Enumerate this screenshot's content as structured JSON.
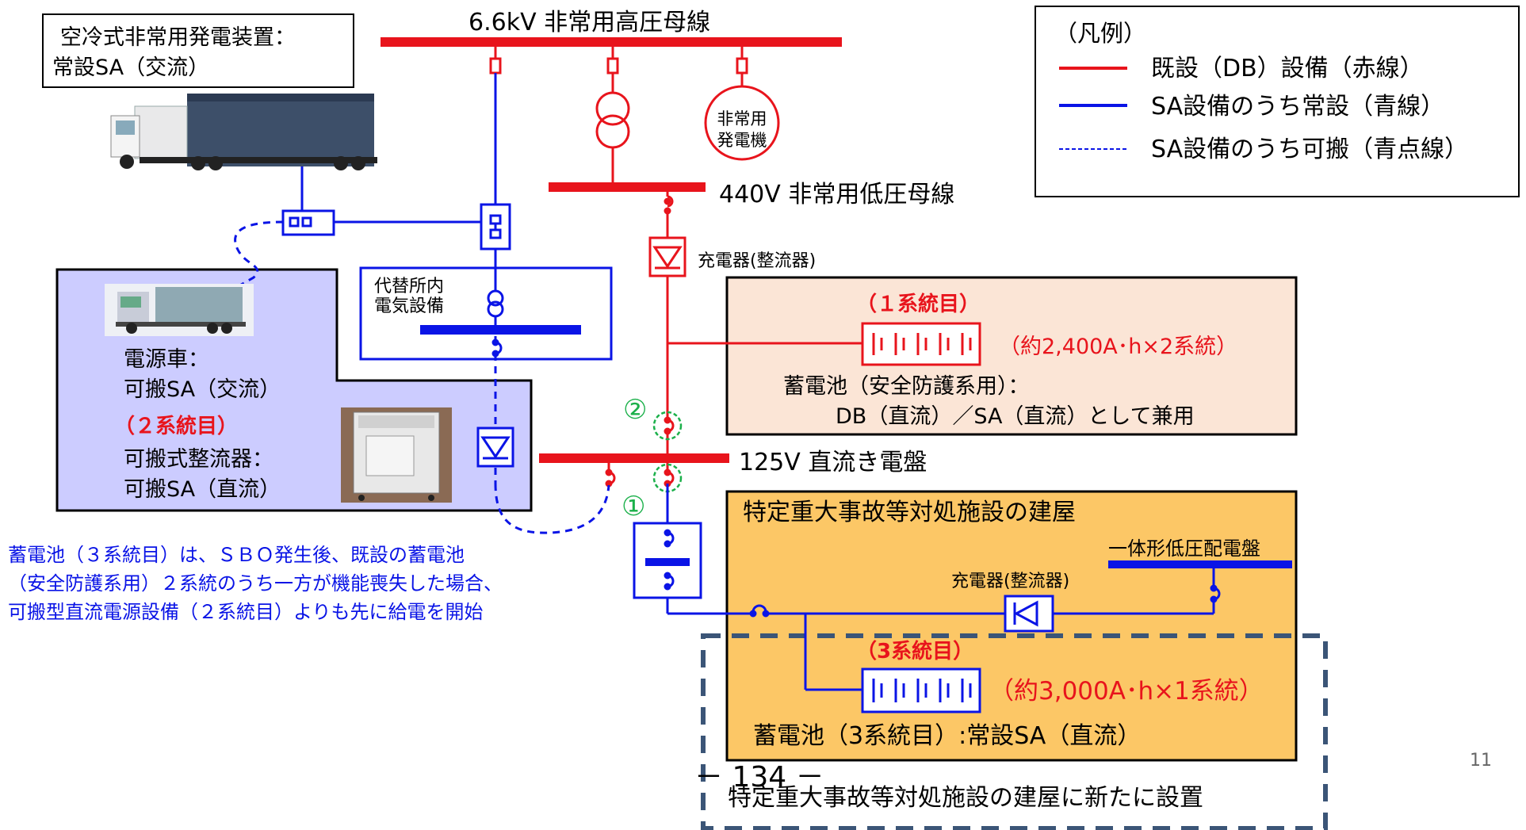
{
  "bus_hv": {
    "label": "6.6kV 非常用高圧母線"
  },
  "bus_lv": {
    "label": "440V 非常用低圧母線"
  },
  "bus_dc": {
    "label": "125V 直流き電盤"
  },
  "emergency_generator": {
    "label_line1": "非常用",
    "label_line2": "発電機"
  },
  "air_cooled_generator": {
    "label_line1": "空冷式非常用発電装置：",
    "label_line2": "常設SA（交流）"
  },
  "alt_station": {
    "label_line1": "代替所内",
    "label_line2": "電気設備"
  },
  "charger_top": {
    "label": "充電器(整流器)"
  },
  "charger_bottom": {
    "label": "充電器(整流器)"
  },
  "battery1": {
    "system": "（１系統目）",
    "capacity": "（約2,400A･h×2系統）",
    "desc_line1": "蓄電池（安全防護系用）：",
    "desc_line2": "DB（直流）／SA（直流）として兼用"
  },
  "portable": {
    "power_car_line1": "電源車：",
    "power_car_line2": "可搬SA（交流）",
    "system": "（２系統目）",
    "rectifier_line1": "可搬式整流器：",
    "rectifier_line2": "可搬SA（直流）"
  },
  "facility": {
    "title": "特定重大事故等対処施設の建屋",
    "panel": "一体形低圧配電盤"
  },
  "battery3": {
    "system": "（3系統目）",
    "capacity": "（約3,000A･h×1系統）",
    "desc": "蓄電池（3系統目）:常設SA（直流）"
  },
  "new_install": {
    "label": "特定重大事故等対処施設の建屋に新たに設置"
  },
  "note": {
    "line1": "蓄電池（３系統目）は、ＳＢＯ発生後、既設の蓄電池",
    "line2": "（安全防護系用）２系統のうち一方が機能喪失した場合、",
    "line3": "可搬型直流電源設備（２系統目）よりも先に給電を開始"
  },
  "markers": {
    "one": "①",
    "two": "②"
  },
  "legend": {
    "title": "（凡例）",
    "items": [
      {
        "label": "既設（DB）設備（赤線）",
        "color": "#e8141c",
        "style": "solid"
      },
      {
        "label": "SA設備のうち常設（青線）",
        "color": "#0a14e6",
        "style": "solid"
      },
      {
        "label": "SA設備のうち可搬（青点線）",
        "color": "#0a14e6",
        "style": "dotted"
      }
    ]
  },
  "page_number": "11",
  "page_footer": "－ 134 －",
  "colors": {
    "red": "#e8141c",
    "blue": "#0a14e6",
    "green": "#1bb04a",
    "dark_blue": "#3b5577",
    "orange_fill": "#fcc766",
    "peach_fill": "#fbe5d6",
    "lavender_fill": "#ccccff"
  }
}
